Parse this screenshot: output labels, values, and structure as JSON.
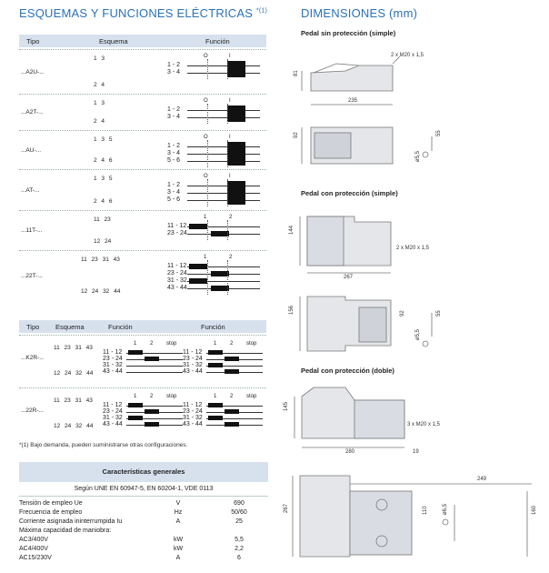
{
  "left_title": "ESQUEMAS Y FUNCIONES ELÉCTRICAS",
  "left_title_mark": "*(1)",
  "right_title": "DIMENSIONES (mm)",
  "table1": {
    "headers": [
      "Tipo",
      "Esquema",
      "Función"
    ],
    "rows": [
      {
        "tipo": "...A2U-...",
        "contacts": [
          "1 3",
          "2 4"
        ],
        "labels": [
          "1 - 2",
          "3 - 4"
        ],
        "pos": [
          "O",
          "I"
        ]
      },
      {
        "tipo": "...A2T-...",
        "contacts": [
          "1 3",
          "2 4"
        ],
        "labels": [
          "1 - 2",
          "3 - 4"
        ],
        "pos": [
          "O",
          "I"
        ]
      },
      {
        "tipo": "...AU-...",
        "contacts": [
          "1 3 5",
          "2 4 6"
        ],
        "labels": [
          "1 - 2",
          "3 - 4",
          "5 - 6"
        ],
        "pos": [
          "O",
          "I"
        ]
      },
      {
        "tipo": "...AT-...",
        "contacts": [
          "1 3 5",
          "2 4 6"
        ],
        "labels": [
          "1 - 2",
          "3 - 4",
          "5 - 6"
        ],
        "pos": [
          "O",
          "I"
        ]
      },
      {
        "tipo": "...11T-...",
        "contacts": [
          "11 23",
          "12 24"
        ],
        "labels": [
          "11 - 12",
          "23 - 24"
        ],
        "pos": [
          "1",
          "2"
        ]
      },
      {
        "tipo": "...22T-...",
        "contacts": [
          "11 23 31 43",
          "12 24 32 44"
        ],
        "labels": [
          "11 - 12",
          "23 - 24",
          "31 - 32",
          "43 - 44"
        ],
        "pos": [
          "1",
          "2"
        ]
      }
    ]
  },
  "table2": {
    "headers": [
      "Tipo",
      "Esquema",
      "Función",
      "Función"
    ],
    "rows": [
      {
        "tipo": "...K2R-...",
        "contacts": [
          "11 23 31 43",
          "12 24 32 44"
        ],
        "labels": [
          "11 - 12",
          "23 - 24",
          "31 - 32",
          "43 - 44"
        ],
        "pos": [
          "1",
          "2",
          "stop"
        ]
      },
      {
        "tipo": "...22R-...",
        "contacts": [
          "11 23 31 43",
          "12 24 32 44"
        ],
        "labels": [
          "11 - 12",
          "23 - 24",
          "31 - 32",
          "43 - 44"
        ],
        "pos": [
          "1",
          "2",
          "stop"
        ]
      }
    ]
  },
  "footnote": "*(1) Bajo demanda, pueden suministrarse otras configuraciones.",
  "characteristics": {
    "title": "Características generales",
    "subtitle": "Según UNE EN 60947-5, EN 60204-1, VDE 0113",
    "rows": [
      [
        "Tensión de empleo Ue",
        "V",
        "690"
      ],
      [
        "Frecuencia de empleo",
        "Hz",
        "50/60"
      ],
      [
        "Corriente asignada ininterrumpida Iu",
        "A",
        "25"
      ],
      [
        "Máxima capacidad de maniobra:",
        "",
        ""
      ],
      [
        "AC3/400V",
        "kW",
        "5,5"
      ],
      [
        "AC4/400V",
        "kW",
        "2,2"
      ],
      [
        "AC15/230V",
        "A",
        "6"
      ]
    ]
  },
  "dims": {
    "s1_title": "Pedal sin protección (simple)",
    "s2_title": "Pedal con protección (simple)",
    "s3_title": "Pedal con protección (doble)",
    "labels": [
      "2 x M20 x 1,5",
      "81",
      "235",
      "92",
      "55",
      "ø5,5",
      "144",
      "2 x M20 x 1,5",
      "267",
      "156",
      "92",
      "55",
      "ø5,5",
      "145",
      "3 x M20 x 1,5",
      "280",
      "19",
      "249",
      "267",
      "110",
      "ø6,5",
      "160"
    ]
  }
}
